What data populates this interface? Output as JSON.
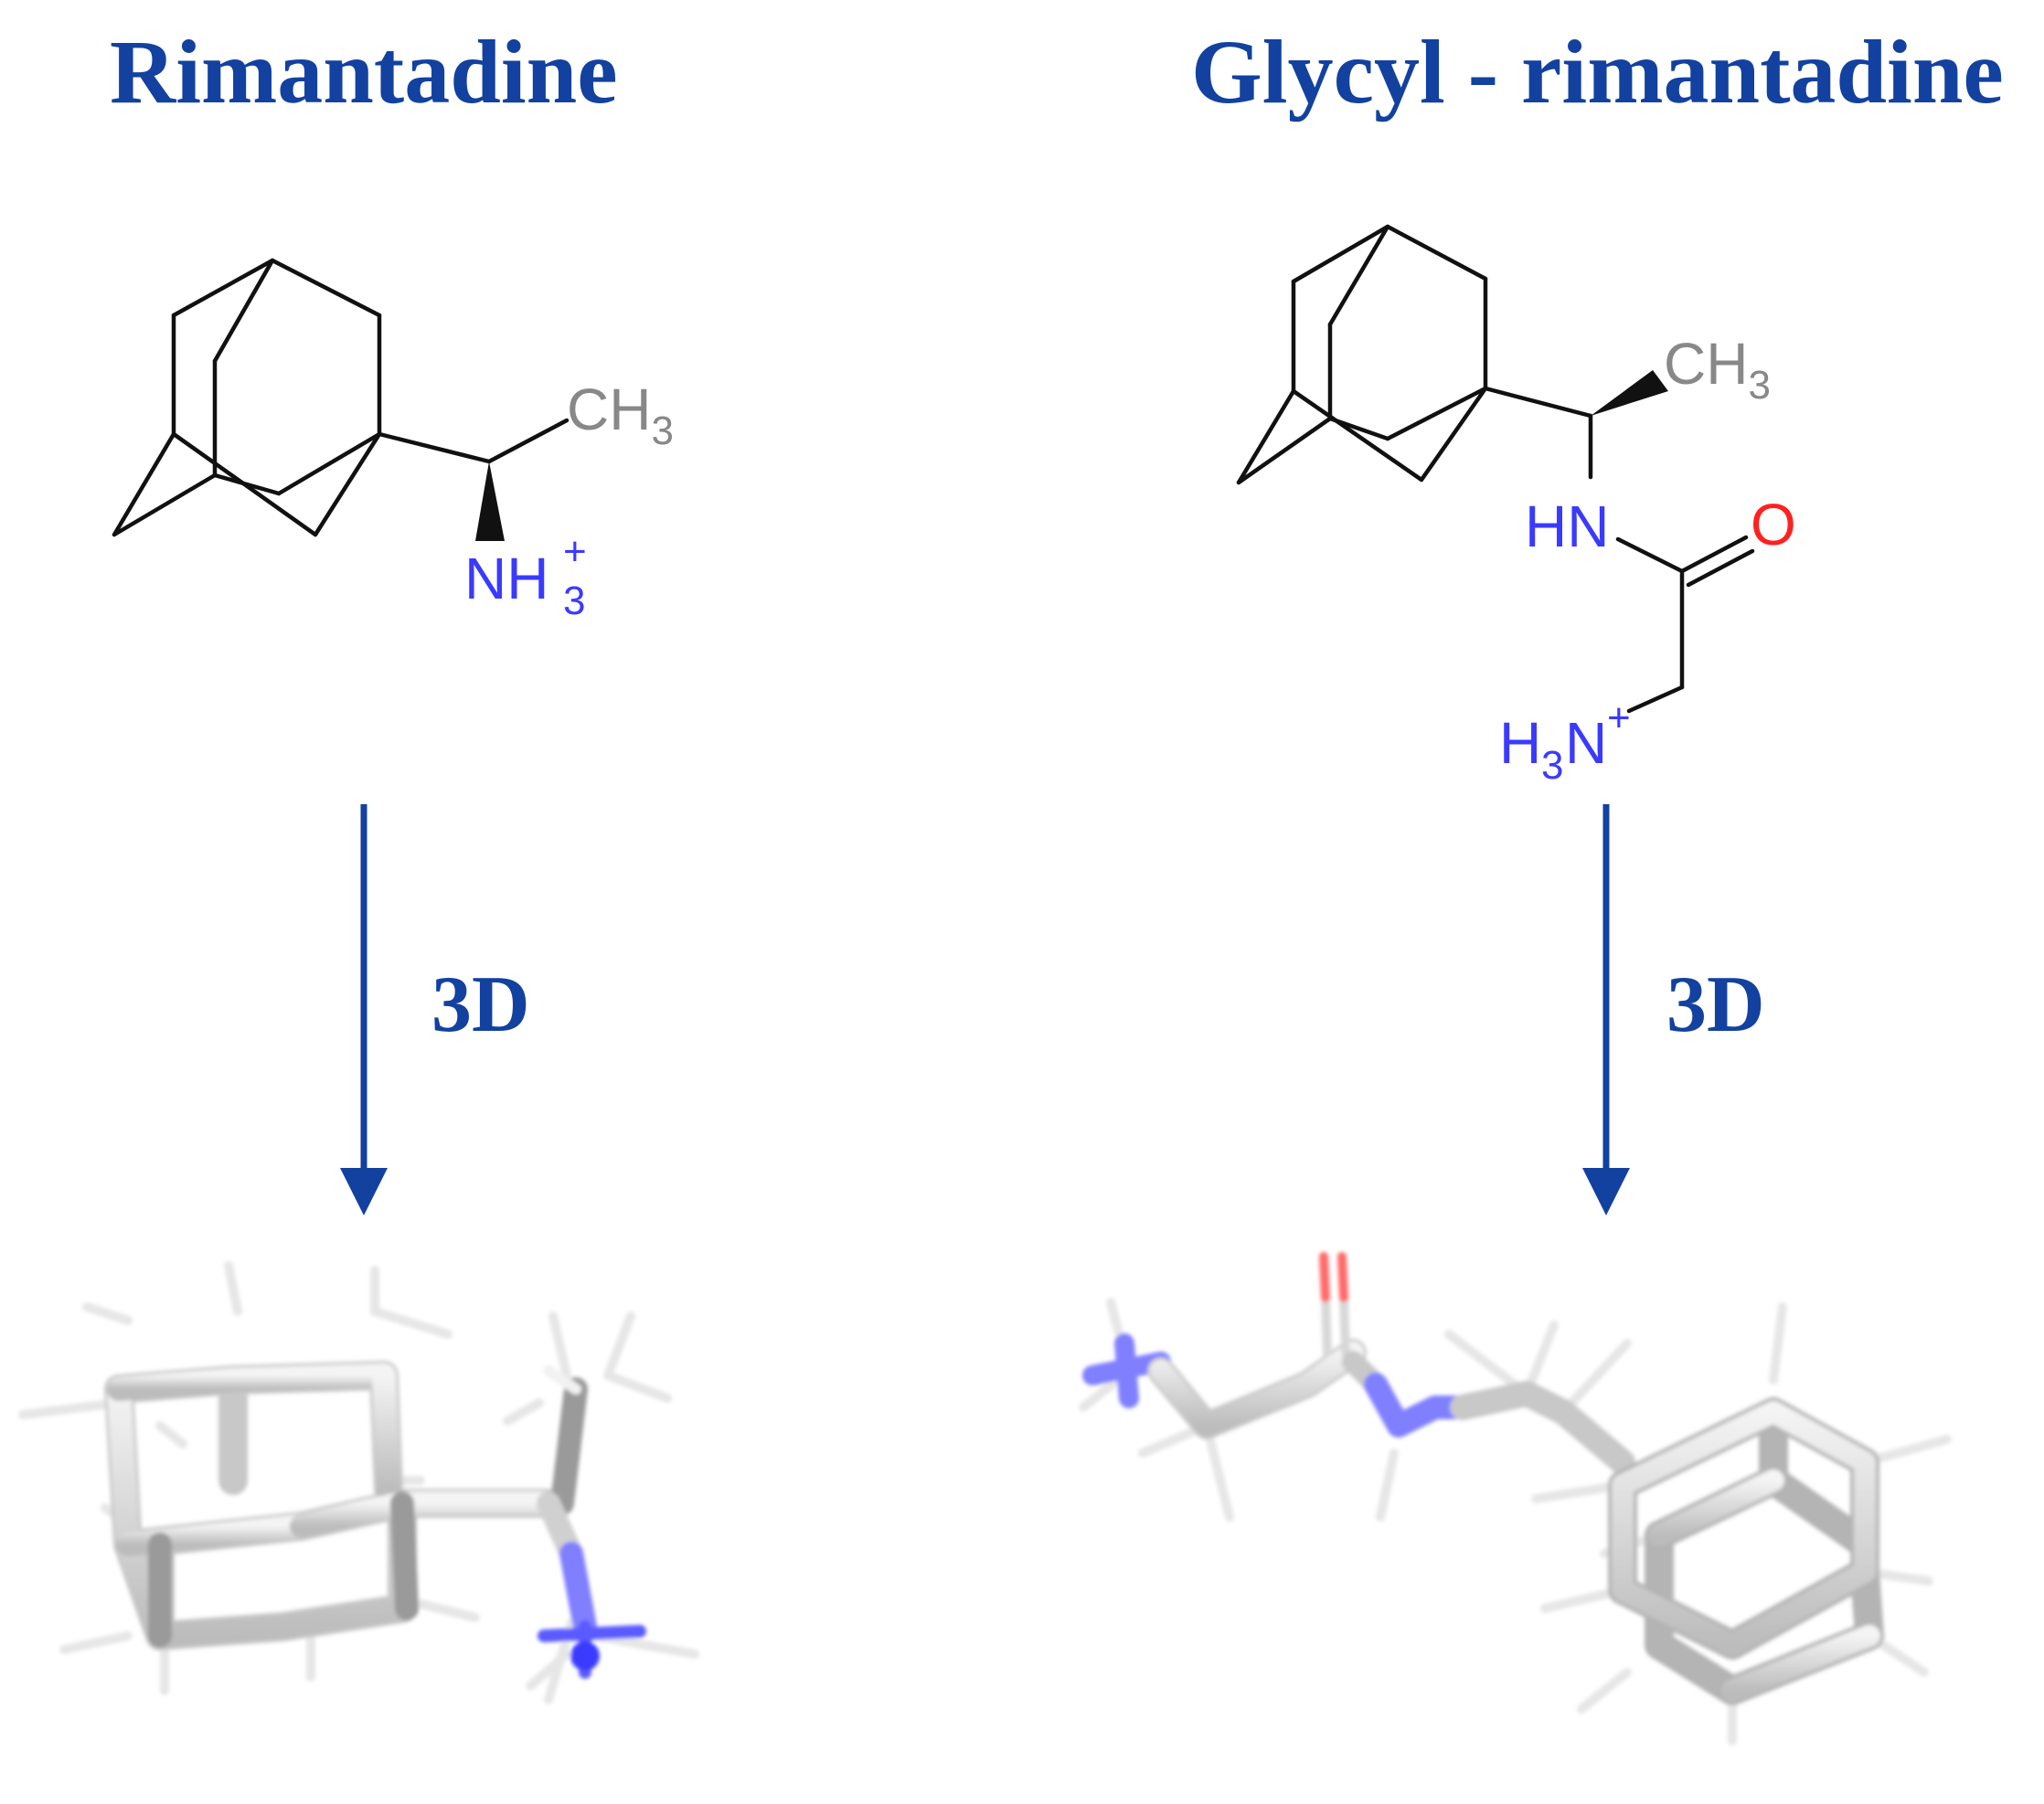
{
  "left": {
    "title": "Rimantadine",
    "methyl": {
      "main": "CH",
      "sub": "3"
    },
    "amine": {
      "main": "NH",
      "sub": "3",
      "sup": "+"
    },
    "arrow_label": "3D"
  },
  "right": {
    "title": "Glycyl - rimantadine",
    "methyl": {
      "main": "CH",
      "sub": "3"
    },
    "amide_n": "HN",
    "oxygen": "O",
    "amine": {
      "pre": "H",
      "sub": "3",
      "main": "N",
      "sup": "+"
    },
    "arrow_label": "3D"
  },
  "colors": {
    "title": "#1241a0",
    "nitrogen": "#3a3aff",
    "oxygen": "#ff2020",
    "methyl": "#888888",
    "bond": "#111111"
  }
}
